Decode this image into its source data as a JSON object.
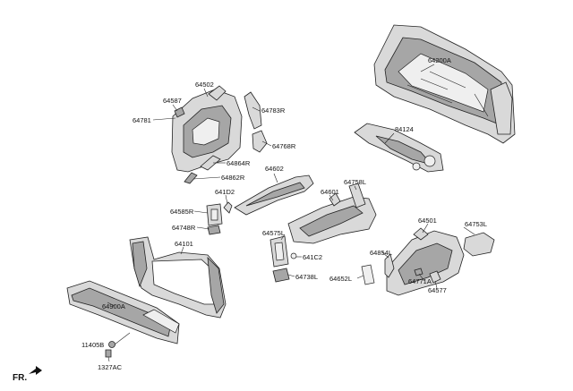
{
  "labels": {
    "p64200A": "64200A",
    "p84124": "84124",
    "p64502": "64502",
    "p64587": "64587",
    "p64781": "64781",
    "p64783R": "64783R",
    "p64768R": "64768R",
    "p64864R": "64864R",
    "p64862R": "64862R",
    "p64602": "64602",
    "p641D2": "641D2",
    "p64585R": "64585R",
    "p64748R": "64748R",
    "p64601": "64601",
    "p64758L": "64758L",
    "p64575L": "64575L",
    "p641C2": "641C2",
    "p64738L": "64738L",
    "p64101": "64101",
    "p64501": "64501",
    "p64753L": "64753L",
    "p64854L": "64854L",
    "p64652L": "64652L",
    "p64771A": "64771A",
    "p64577": "64577",
    "p64900A": "64900A",
    "p11405B": "11405B",
    "p1327AC": "1327AC"
  },
  "direction_label": "FR."
}
